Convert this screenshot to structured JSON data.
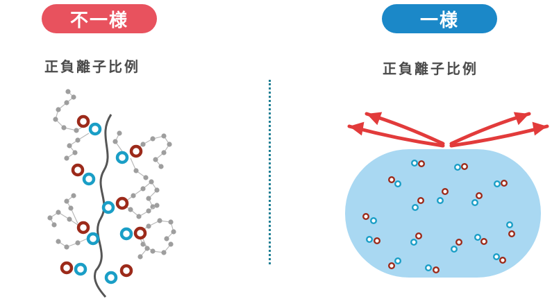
{
  "colors": {
    "nonuniform_pill": "#e8525e",
    "uniform_pill": "#1b88c8",
    "ion_red": "#9c2a1a",
    "ion_blue": "#1a9ec6",
    "arrow_red": "#e23b3b",
    "membrane_fill": "#a9d8f2",
    "chain_gray": "#9e9e9e"
  },
  "left_panel": {
    "label": "不一様",
    "subtitle": "正負離子比例"
  },
  "right_panel": {
    "label": "一様",
    "subtitle": "正負離子比例"
  },
  "icons": {
    "divider": "dotted-divider-line",
    "spread": "red-outward-arrows"
  }
}
